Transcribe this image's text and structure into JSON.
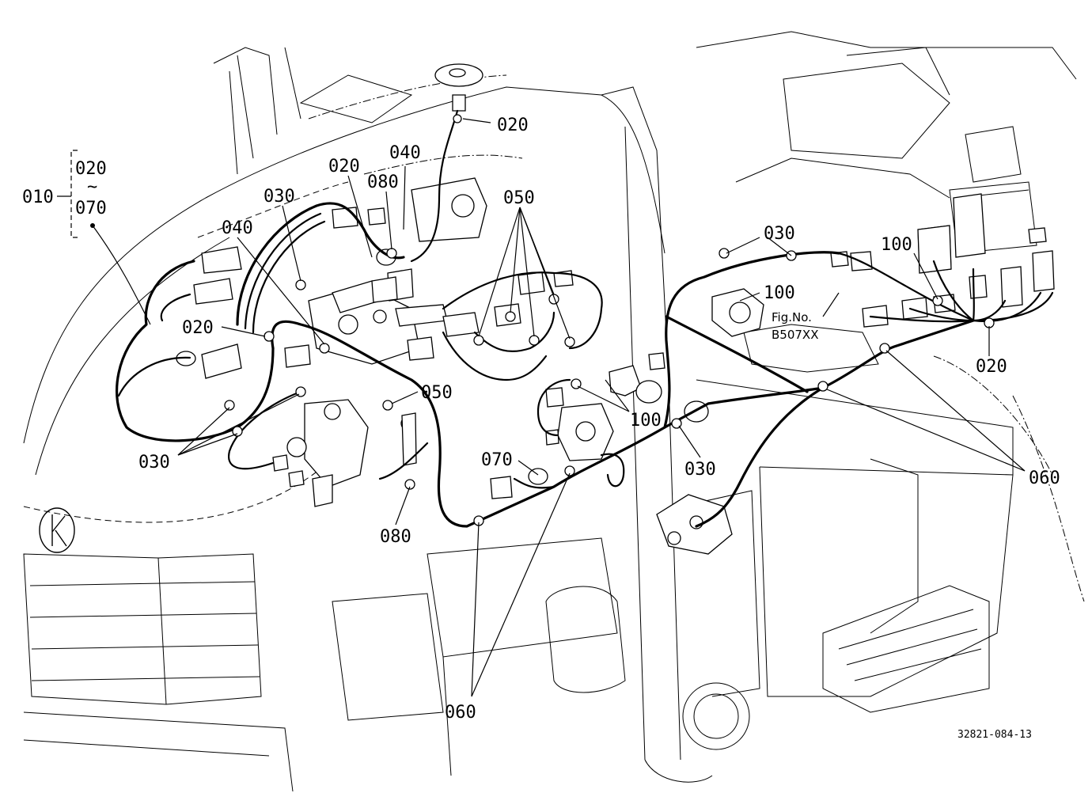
{
  "diagram": {
    "group_label": {
      "main": "010",
      "range_top": "020",
      "range_sep": "~",
      "range_bottom": "070"
    },
    "callouts": [
      {
        "id": "c020-top",
        "text": "020"
      },
      {
        "id": "c020-mid",
        "text": "020"
      },
      {
        "id": "c040-top",
        "text": "040"
      },
      {
        "id": "c080-top",
        "text": "080"
      },
      {
        "id": "c030-top",
        "text": "030"
      },
      {
        "id": "c040-left",
        "text": "040"
      },
      {
        "id": "c050-top",
        "text": "050"
      },
      {
        "id": "c020-left",
        "text": "020"
      },
      {
        "id": "c050-mid",
        "text": "050"
      },
      {
        "id": "c030-left",
        "text": "030"
      },
      {
        "id": "c080-bottom",
        "text": "080"
      },
      {
        "id": "c070",
        "text": "070"
      },
      {
        "id": "c100-center",
        "text": "100"
      },
      {
        "id": "c030-center",
        "text": "030"
      },
      {
        "id": "c060-bottom",
        "text": "060"
      },
      {
        "id": "c030-right",
        "text": "030"
      },
      {
        "id": "c100-right-a",
        "text": "100"
      },
      {
        "id": "c100-right-b",
        "text": "100"
      },
      {
        "id": "c020-right",
        "text": "020"
      },
      {
        "id": "c060-right",
        "text": "060"
      }
    ],
    "figure_ref": {
      "line1": "Fig.No.",
      "line2": "B507XX"
    },
    "drawing_number": "32821-084-13"
  }
}
